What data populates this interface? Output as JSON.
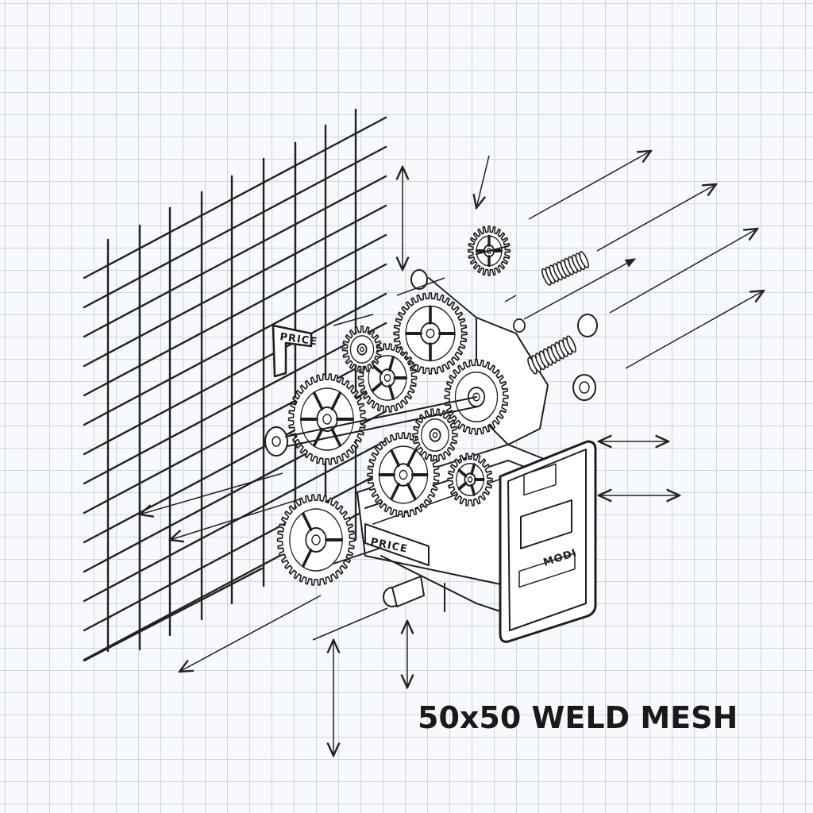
{
  "title": "50x50 WELD MESH",
  "labels": {
    "tag_upper": "PRICE",
    "tag_lower": "PRICE",
    "panel_code": "MODI"
  },
  "colors": {
    "paper": "#f7f9fc",
    "grid_line": "#c9d7ea",
    "ink": "#1e1e1e"
  },
  "icons": [
    "gear-icon",
    "spring-icon",
    "bushing-icon",
    "dimension-arrow-icon"
  ]
}
